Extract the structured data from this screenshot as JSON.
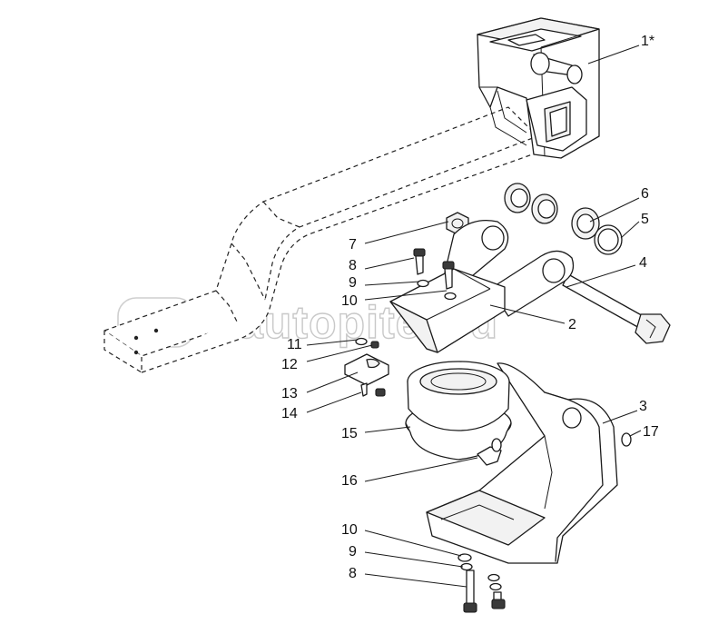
{
  "watermark": {
    "text": "autopiter.ru"
  },
  "callouts": [
    {
      "id": "c1",
      "label": "1*"
    },
    {
      "id": "c6",
      "label": "6"
    },
    {
      "id": "c5",
      "label": "5"
    },
    {
      "id": "c4",
      "label": "4"
    },
    {
      "id": "c2",
      "label": "2"
    },
    {
      "id": "c3",
      "label": "3"
    },
    {
      "id": "c17",
      "label": "17"
    },
    {
      "id": "c7",
      "label": "7"
    },
    {
      "id": "c8",
      "label": "8"
    },
    {
      "id": "c9",
      "label": "9"
    },
    {
      "id": "c10",
      "label": "10"
    },
    {
      "id": "c11",
      "label": "11"
    },
    {
      "id": "c12",
      "label": "12"
    },
    {
      "id": "c13",
      "label": "13"
    },
    {
      "id": "c14",
      "label": "14"
    },
    {
      "id": "c15",
      "label": "15"
    },
    {
      "id": "c16",
      "label": "16"
    },
    {
      "id": "c10b",
      "label": "10"
    },
    {
      "id": "c9b",
      "label": "9"
    },
    {
      "id": "c8b",
      "label": "8"
    }
  ]
}
